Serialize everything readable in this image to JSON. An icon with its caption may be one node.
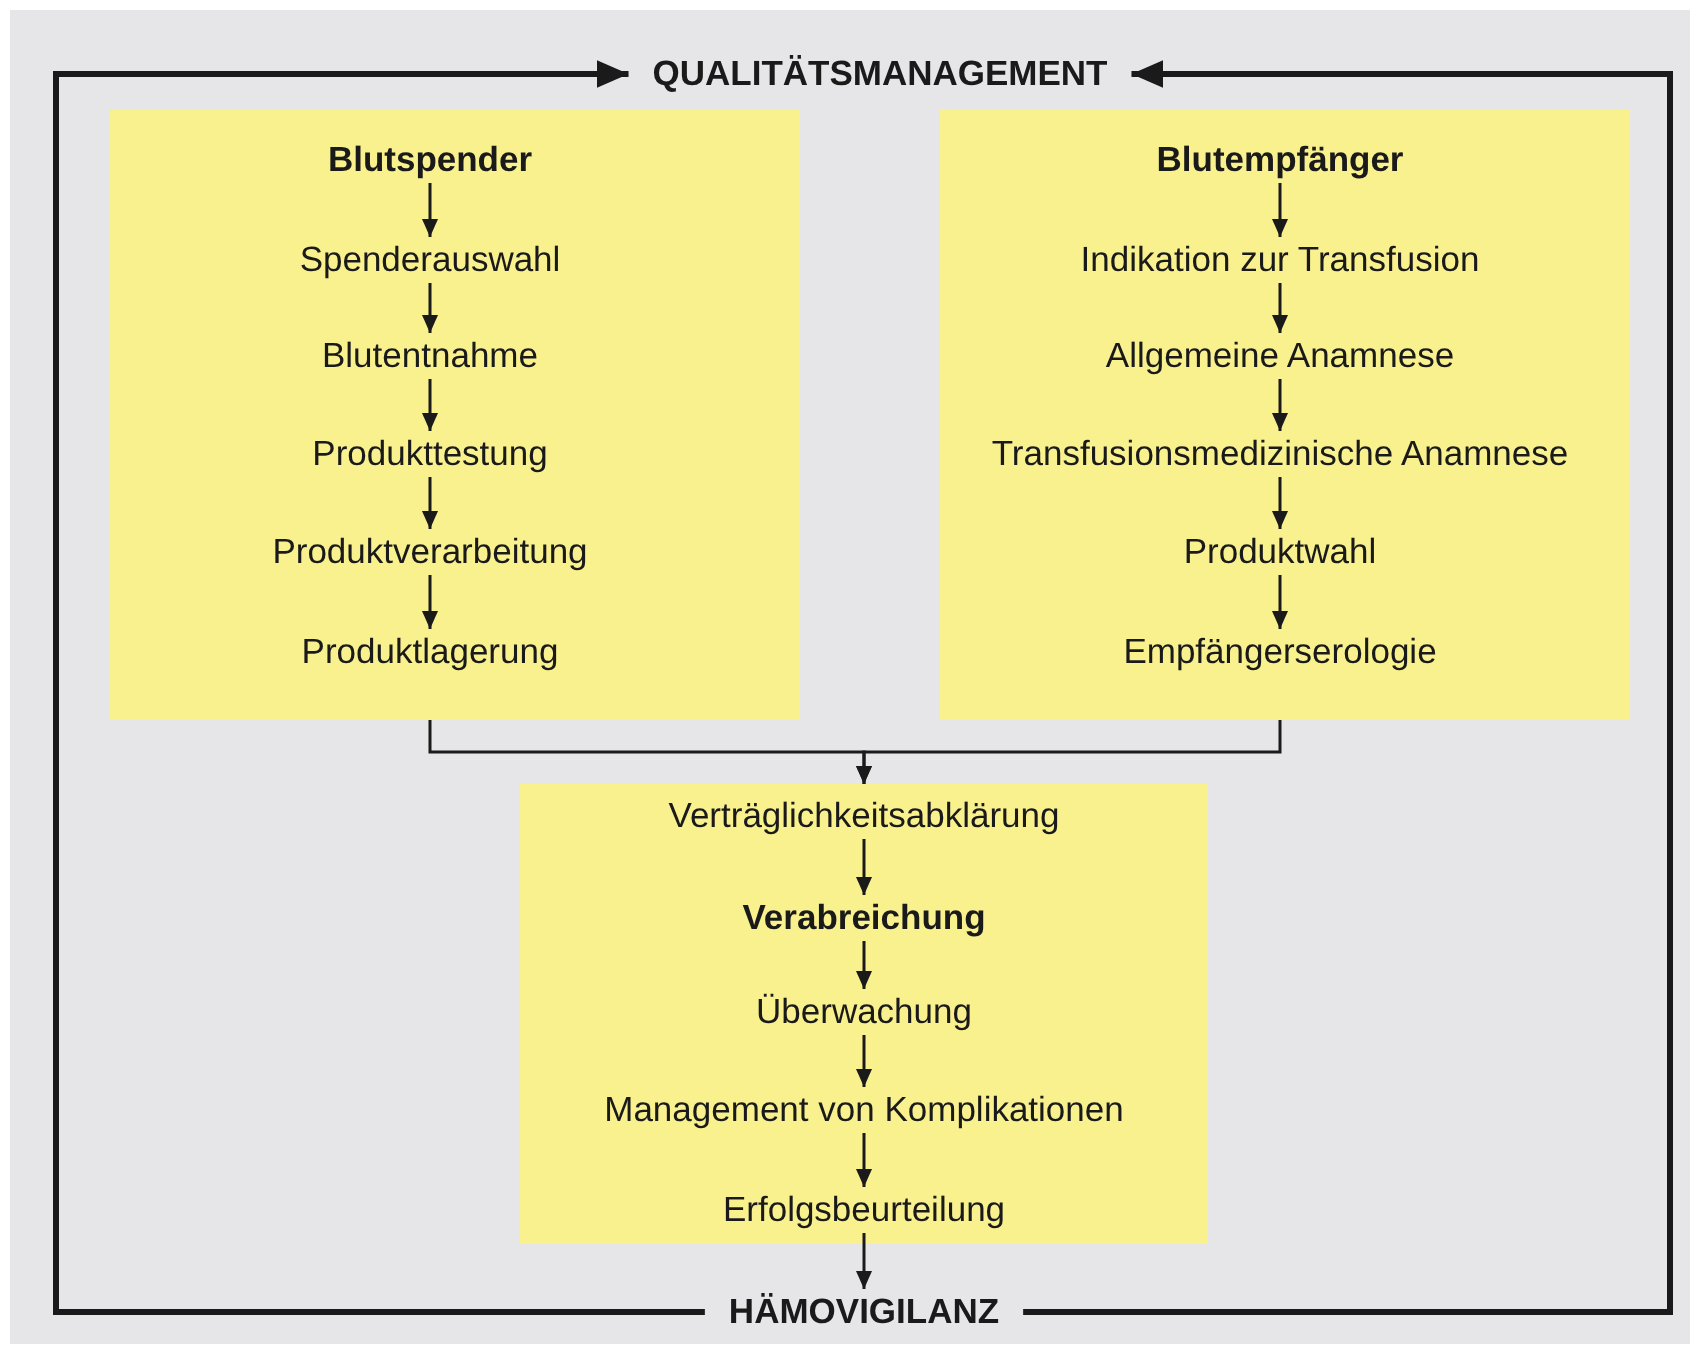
{
  "diagram": {
    "nodes": [
      {
        "text": [
          "QUALITÄTSMANAGEMENT"
        ]
      },
      {
        "text": [],
        "shape": "box"
      },
      {
        "text": [
          "Blutspender"
        ],
        "in": 1
      },
      {
        "text": [
          "Spenderauswahl"
        ],
        "in": 1
      },
      {
        "text": [
          "Blutentnahme"
        ],
        "in": 1
      },
      {
        "text": [
          "Produkttestung"
        ],
        "in": 1
      },
      {
        "text": [
          "Produktverarbeitung"
        ],
        "in": 1
      },
      {
        "text": [
          "Produktlagerung"
        ],
        "in": 1
      },
      {
        "text": [],
        "shape": "box"
      },
      {
        "text": [
          "Blutempfänger"
        ],
        "in": 8
      },
      {
        "text": [
          "Indikation zur Transfusion"
        ],
        "in": 8
      },
      {
        "text": [
          "Allgemeine Anamnese"
        ],
        "in": 8
      },
      {
        "text": [
          "Transfusionsmedizinische Anamnese"
        ],
        "in": 8
      },
      {
        "text": [
          "Produktwahl"
        ],
        "in": 8
      },
      {
        "text": [
          "Empfängerserologie"
        ],
        "in": 8
      },
      {
        "text": [],
        "shape": "box"
      },
      {
        "text": [
          "Verträglichkeitsabklärung"
        ],
        "in": 15
      },
      {
        "text": [
          "Verabreichung"
        ],
        "in": 15
      },
      {
        "text": [
          "Überwachung"
        ],
        "in": 15
      },
      {
        "text": [
          "Management von Komplikationen"
        ],
        "in": 15
      },
      {
        "text": [
          "Erfolgsbeurteilung"
        ],
        "in": 15
      },
      {
        "text": [
          "HÄMOVIGILANZ"
        ]
      }
    ],
    "edges": [
      {
        "from": 2,
        "to": 3,
        "arrow": "to"
      },
      {
        "from": 3,
        "to": 4,
        "arrow": "to"
      },
      {
        "from": 4,
        "to": 5,
        "arrow": "to"
      },
      {
        "from": 5,
        "to": 6,
        "arrow": "to"
      },
      {
        "from": 6,
        "to": 7,
        "arrow": "to"
      },
      {
        "from": 9,
        "to": 10,
        "arrow": "to"
      },
      {
        "from": 10,
        "to": 11,
        "arrow": "to"
      },
      {
        "from": 11,
        "to": 12,
        "arrow": "to"
      },
      {
        "from": 12,
        "to": 13,
        "arrow": "to"
      },
      {
        "from": 13,
        "to": 14,
        "arrow": "to"
      },
      {
        "from": 1,
        "to": 15,
        "arrow": "to"
      },
      {
        "from": 8,
        "to": 15,
        "arrow": "to"
      },
      {
        "from": 16,
        "to": 17,
        "arrow": "to"
      },
      {
        "from": 17,
        "to": 18,
        "arrow": "to"
      },
      {
        "from": 18,
        "to": 19,
        "arrow": "to"
      },
      {
        "from": 19,
        "to": 20,
        "arrow": "to"
      },
      {
        "from": 20,
        "to": 21,
        "arrow": "to"
      },
      {
        "from": 21,
        "to": 0,
        "arrow": "to",
        "style": "thick"
      },
      {
        "from": 21,
        "to": 0,
        "arrow": "to",
        "style": "thick"
      }
    ]
  }
}
